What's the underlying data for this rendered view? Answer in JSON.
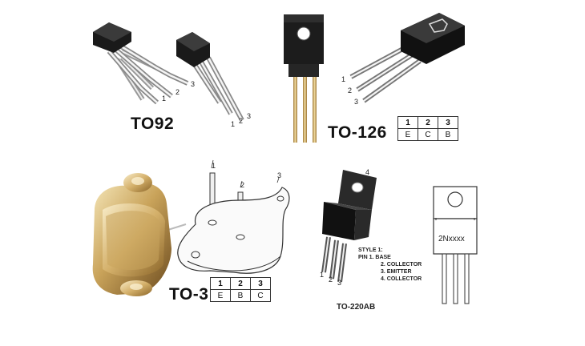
{
  "to92": {
    "title": "TO92",
    "pins_left": [
      "1",
      "2",
      "3"
    ],
    "pins_right": [
      "1",
      "2",
      "3"
    ]
  },
  "to126": {
    "title": "TO-126",
    "pins": [
      "1",
      "2",
      "3"
    ],
    "table": {
      "numbers": [
        "1",
        "2",
        "3"
      ],
      "names": [
        "E",
        "C",
        "B"
      ]
    }
  },
  "to3": {
    "title": "TO-3",
    "pins": [
      "1",
      "2",
      "3"
    ],
    "table": {
      "numbers": [
        "1",
        "2",
        "3"
      ],
      "names": [
        "E",
        "B",
        "C"
      ]
    }
  },
  "to220": {
    "title": "TO-220AB",
    "tab_pin": "4",
    "pins": [
      "1",
      "2",
      "3"
    ],
    "style_lines": [
      "STYLE 1:",
      "PIN 1.    BASE",
      "2.    COLLECTOR",
      "3.    EMITTER",
      "4.    COLLECTOR"
    ]
  },
  "to220_outline": {
    "part_label": "2Nxxxx"
  }
}
